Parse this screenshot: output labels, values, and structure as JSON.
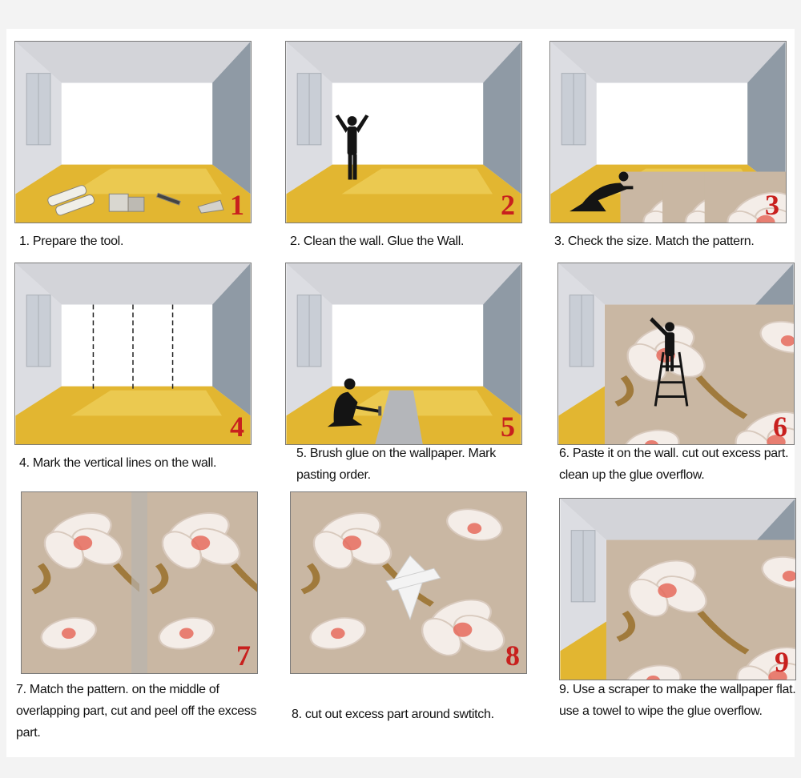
{
  "steps": [
    {
      "number": "1",
      "caption": "1. Prepare the tool."
    },
    {
      "number": "2",
      "caption": "2. Clean the wall. Glue the Wall."
    },
    {
      "number": "3",
      "caption": "3. Check the size. Match the pattern."
    },
    {
      "number": "4",
      "caption": "4. Mark the vertical lines on the wall."
    },
    {
      "number": "5",
      "caption": "5. Brush glue on the wallpaper. Mark pasting order."
    },
    {
      "number": "6",
      "caption": "6. Paste it on the wall. cut out excess part. clean up the glue overflow."
    },
    {
      "number": "7",
      "caption": "7. Match the pattern. on the middle of overlapping part, cut and peel off the excess part."
    },
    {
      "number": "8",
      "caption": "8. cut out excess part around swtitch."
    },
    {
      "number": "9",
      "caption": "9. Use a scraper to make the wallpaper flat. use a towel to wipe the glue overflow."
    }
  ],
  "colors": {
    "number": "#c8201e",
    "floor": "#e2b631",
    "wall_side": "#8f9aa5"
  }
}
